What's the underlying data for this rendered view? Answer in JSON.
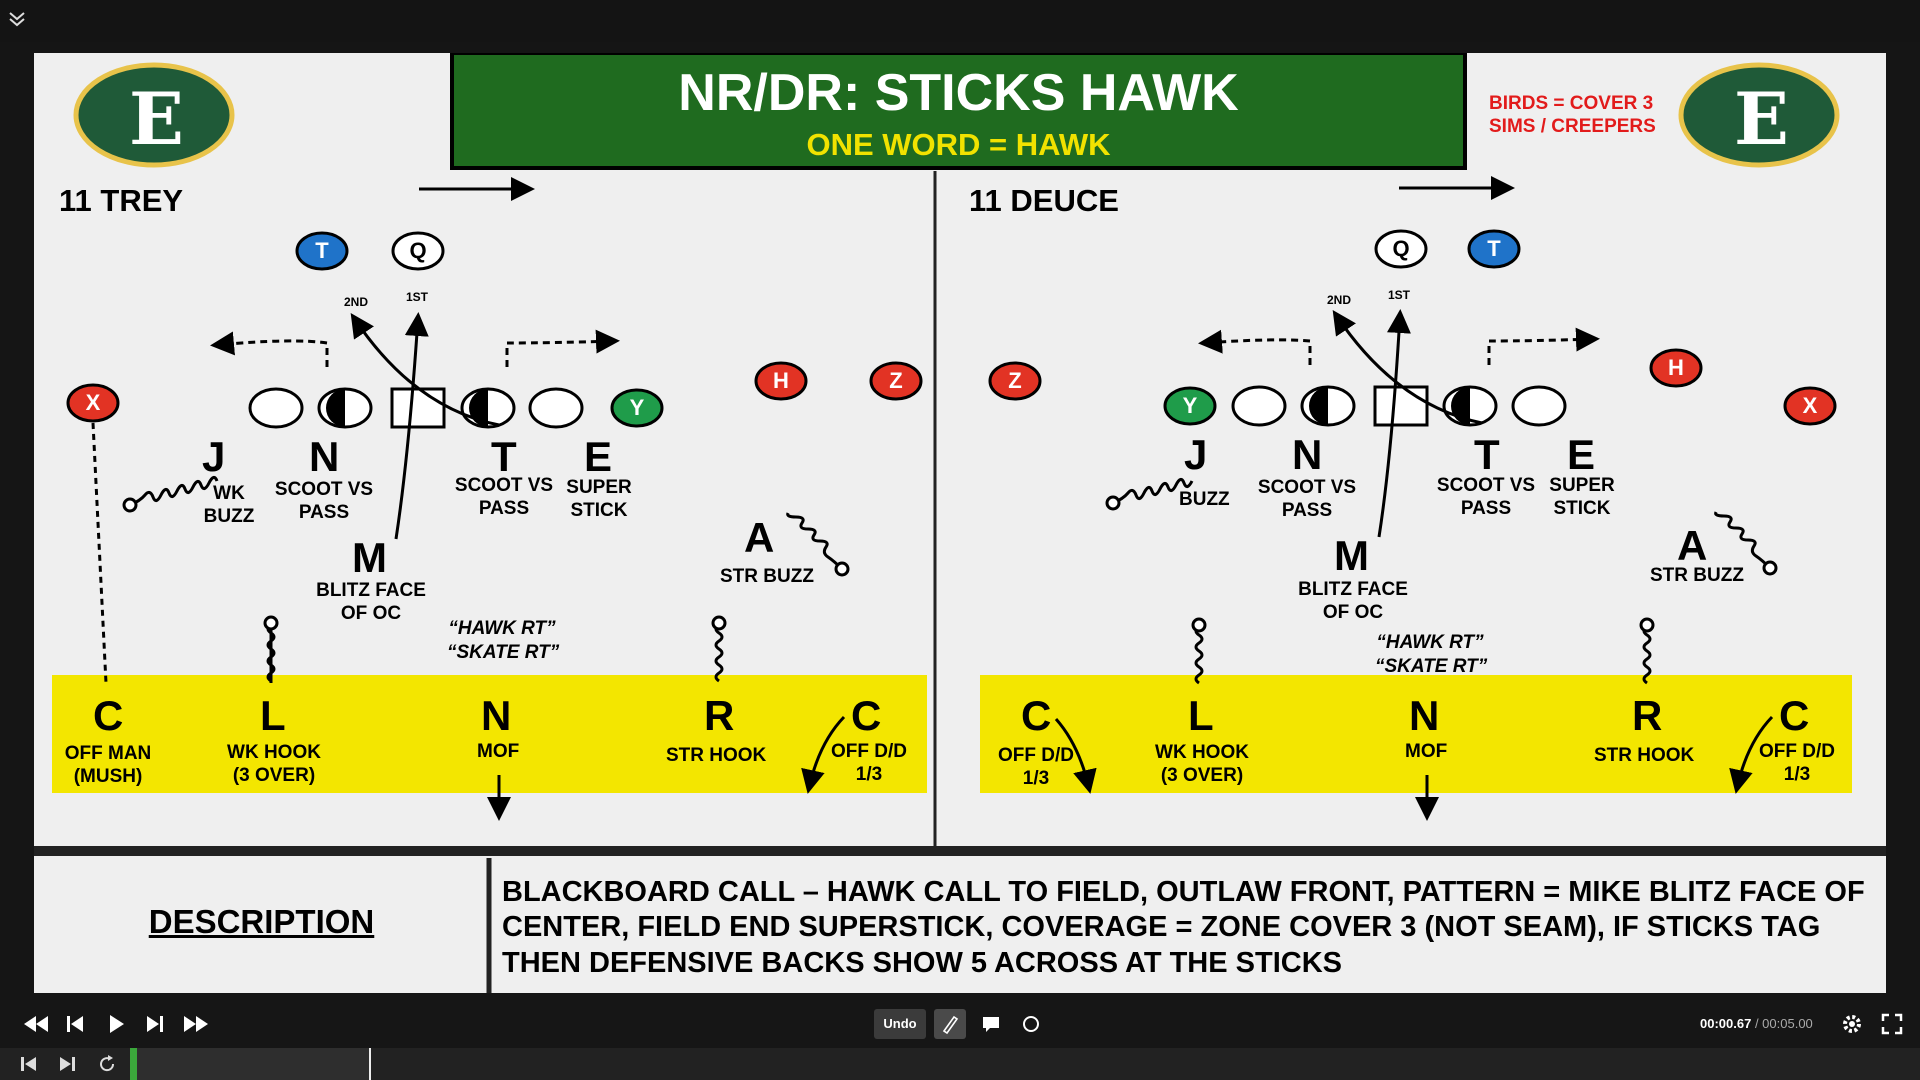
{
  "slide": {
    "title": "NR/DR: STICKS HAWK",
    "subtitle": "ONE WORD = HAWK",
    "note_line1": "BIRDS = COVER 3",
    "note_line2": "SIMS / CREEPERS",
    "logo_letter": "E",
    "left": {
      "formation": "11 TREY",
      "offense": {
        "t": "T",
        "q": "Q",
        "x": "X",
        "y": "Y",
        "h": "H",
        "z": "Z"
      },
      "route_2nd": "2ND",
      "route_1st": "1ST",
      "j": "J",
      "j_desc": "WK BUZZ",
      "n": "N",
      "n_desc": "SCOOT VS PASS",
      "t": "T",
      "t_desc": "SCOOT VS PASS",
      "e": "E",
      "e_desc": "SUPER STICK",
      "m": "M",
      "m_desc": "BLITZ FACE OF OC",
      "a": "A",
      "a_desc": "STR BUZZ",
      "call1": "“HAWK RT”",
      "call2": "“SKATE RT”",
      "c1": "C",
      "c1_desc": "OFF MAN (MUSH)",
      "l": "L",
      "l_desc": "WK HOOK (3 OVER)",
      "n2": "N",
      "n2_desc": "MOF",
      "r": "R",
      "r_desc": "STR HOOK",
      "c2": "C",
      "c2_desc": "OFF D/D 1/3"
    },
    "right": {
      "formation": "11 DEUCE",
      "offense": {
        "t": "T",
        "q": "Q",
        "x": "X",
        "y": "Y",
        "h": "H",
        "z": "Z"
      },
      "route_2nd": "2ND",
      "route_1st": "1ST",
      "j": "J",
      "j_desc": "BUZZ",
      "n": "N",
      "n_desc": "SCOOT VS PASS",
      "t": "T",
      "t_desc": "SCOOT VS PASS",
      "e": "E",
      "e_desc": "SUPER STICK",
      "m": "M",
      "m_desc": "BLITZ FACE OF OC",
      "a": "A",
      "a_desc": "STR BUZZ",
      "call1": "“HAWK RT”",
      "call2": "“SKATE RT”",
      "c1": "C",
      "c1_desc": "OFF D/D 1/3",
      "l": "L",
      "l_desc": "WK HOOK (3 OVER)",
      "n2": "N",
      "n2_desc": "MOF",
      "r": "R",
      "r_desc": "STR HOOK",
      "c2": "C",
      "c2_desc": "OFF D/D 1/3"
    },
    "description_label": "DESCRIPTION",
    "description_text": "BLACKBOARD CALL – HAWK CALL TO FIELD, OUTLAW FRONT, PATTERN = MIKE BLITZ FACE OF CENTER, FIELD END SUPERSTICK, COVERAGE = ZONE COVER 3 (NOT SEAM), IF STICKS TAG THEN DEFENSIVE BACKS SHOW 5 ACROSS AT THE STICKS"
  },
  "controls": {
    "undo_label": "Undo",
    "time_current": "00:00.67",
    "time_separator": " / ",
    "time_total": "00:05.00",
    "icons": [
      "rewind-icon",
      "step-back-icon",
      "play-icon",
      "step-forward-icon",
      "fast-forward-icon",
      "pen-icon",
      "comment-icon",
      "circle-icon",
      "gear-icon",
      "fullscreen-icon"
    ]
  },
  "timeline": {
    "progress": 0.03,
    "icons": [
      "skip-start-icon",
      "skip-end-icon",
      "loop-icon"
    ]
  },
  "colors": {
    "title_bg": "#1f6b1f",
    "title_sub": "#f1e200",
    "zone_yellow": "#f3e600",
    "offense_red": "#e23324",
    "offense_blue": "#1f73c9",
    "offense_green": "#1f9c4a",
    "logo_green": "#1f5a38",
    "note_red": "#e21b1b"
  }
}
